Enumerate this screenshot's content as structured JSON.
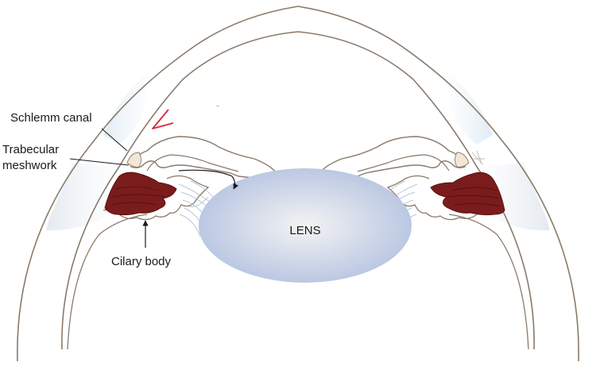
{
  "labels": {
    "schlemm": "Schlemm canal",
    "trabecular_line1": "Trabecular",
    "trabecular_line2": "meshwork",
    "ciliary": "Cilary body",
    "lens": "LENS"
  },
  "colors": {
    "outline": "#8a7a6a",
    "ciliary_muscle": "#7a1c1c",
    "lens_center": "#f2f2f2",
    "lens_edge": "#b7c5e2",
    "sclera_tint": "#dfe9f2",
    "red_mark": "#d8283c",
    "zonule": "#9fb6cf"
  }
}
